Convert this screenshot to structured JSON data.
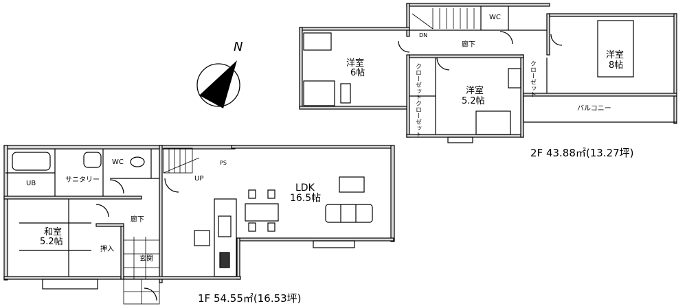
{
  "compass": {
    "label": "N"
  },
  "floor1": {
    "area_label": "1F  54.55㎡(16.53坪)",
    "rooms": {
      "ub": "UB",
      "sanitary": "サニタリー",
      "wc": "WC",
      "hall": "廊下",
      "washitsu": "和室",
      "washitsu_size": "5.2帖",
      "oshiire": "押入",
      "genkan": "玄関",
      "ldk": "LDK",
      "ldk_size": "16.5帖",
      "up": "UP",
      "ps": "PS"
    }
  },
  "floor2": {
    "area_label": "2F  43.88㎡(13.27坪)",
    "rooms": {
      "western_a": "洋室",
      "western_a_size": "6帖",
      "western_b": "洋室",
      "western_b_size": "5.2帖",
      "western_c": "洋室",
      "western_c_size": "8帖",
      "closet": "クローゼット",
      "wc": "WC",
      "hall": "廊下",
      "dn": "DN",
      "balcony": "バルコニー"
    }
  }
}
